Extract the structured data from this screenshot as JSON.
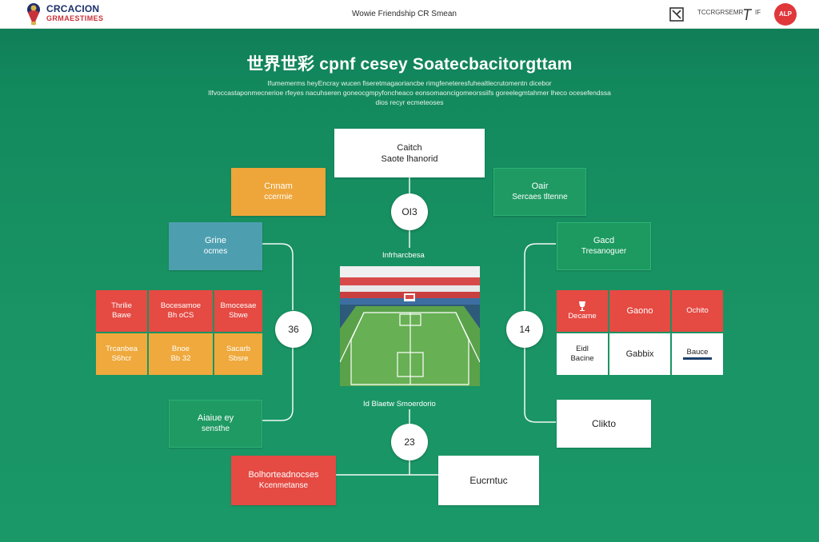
{
  "header": {
    "brand_line1": "CRCACION",
    "brand_line2": "GRMAESTIMES",
    "center_title": "Wowie Friendship CR Smean",
    "nav_text_1": "TCCRGRSEMR",
    "nav_text_2": "IF",
    "badge": "ALP"
  },
  "headline": "世界世彩 cpnf cesey Soatecbacitorgttam",
  "subtitle_lines": [
    "Ifumemerms heyEncray wucen fiseretmagaoriancbe rimgfeneteresfuhealtlecrutomentn dicebor",
    "Ilfvoccastaponmecnerioe rfeyes nacuhseren goneocgmpyfoncheaco eonsomaoncigomeorssiifs goreelegmtahmer lheco ocesefendssa",
    "dios recyr ecmeteoses"
  ],
  "diagram": {
    "top_box": {
      "line1": "Caitch",
      "line2": "Saote lhanorid"
    },
    "top_circle": "OI3",
    "left_top_box": {
      "line1": "Cnnam",
      "line2": "ccerrnie"
    },
    "right_top_box": {
      "line1": "Oair",
      "line2": "Sercaes tltenne"
    },
    "left_mid_box": {
      "line1": "Grine",
      "line2": "ocmes"
    },
    "right_mid_box": {
      "line1": "Gacd",
      "line2": "Tresanoguer"
    },
    "left_circle": "36",
    "right_circle": "14",
    "stadium_caption_top": "Infrharcbesa",
    "stadium_caption_bottom": "Id Blaetw Smoerdorio",
    "left_grid": [
      {
        "line1": "Thrilie",
        "line2": "Bawe"
      },
      {
        "line1": "Bocesamoe",
        "line2": "Bh oCS"
      },
      {
        "line1": "Bmocesae",
        "line2": "Sbwe"
      },
      {
        "line1": "Trcanbea",
        "line2": "S6hcr"
      },
      {
        "line1": "Bnoe",
        "line2": "Bb 32"
      },
      {
        "line1": "Sacarb",
        "line2": "Sbsre"
      }
    ],
    "right_grid": [
      {
        "line1": "",
        "line2": "Decame"
      },
      {
        "line1": "Gaono",
        "line2": ""
      },
      {
        "line1": "Ochito",
        "line2": ""
      },
      {
        "line1": "Eidl",
        "line2": "Bacine"
      },
      {
        "line1": "Gabbix",
        "line2": ""
      },
      {
        "line1": "Bauce",
        "line2": ""
      }
    ],
    "left_bottom_box": {
      "line1": "Aiaiue ey",
      "line2": "sensthe"
    },
    "bottom_circle": "23",
    "bottom_red_box": {
      "line1": "Bolhorteadnocses",
      "line2": "Kcenmetanse"
    },
    "bottom_white_box": "Eucrntuc",
    "right_bottom_box": "Clikto"
  },
  "colors": {
    "green_bg": "#138a5e",
    "orange": "#eea53a",
    "teal": "#4d9fb0",
    "red": "#e54a43",
    "white": "#ffffff"
  }
}
